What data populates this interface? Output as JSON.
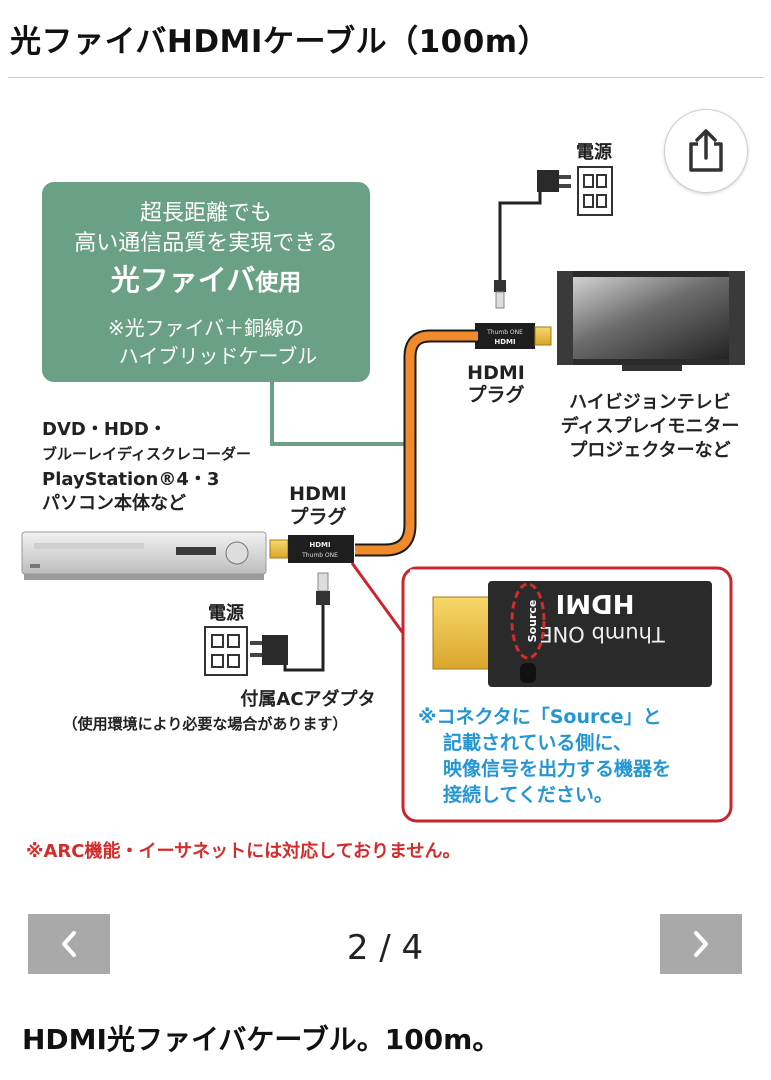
{
  "header": {
    "title": "光ファイバHDMIケーブル（100m）"
  },
  "figure": {
    "callout": {
      "line1": "超長距離でも",
      "line2": "高い通信品質を実現できる",
      "line3_bold": "光ファイバ",
      "line3_rest": "使用",
      "note1": "※光ファイバ＋銅線の",
      "note2": "ハイブリッドケーブル"
    },
    "power_top": "電源",
    "power_left": "電源",
    "hdmi_plug_top": [
      "HDMI",
      "プラグ"
    ],
    "hdmi_plug_left": [
      "HDMI",
      "プラグ"
    ],
    "tv_label": [
      "ハイビジョンテレビ",
      "ディスプレイモニター",
      "プロジェクターなど"
    ],
    "source_label": [
      "DVD・HDD・",
      "ブルーレイディスクレコーダー",
      "PlayStation®4・3",
      "パソコン本体など"
    ],
    "adapter_label": [
      "付属ACアダプタ",
      "（使用環境により必要な場合があります）"
    ],
    "connector_note": [
      "※コネクタに「Source」と",
      "記載されている側に、",
      "映像信号を出力する機器を",
      "接続してください。"
    ],
    "connector_brand": "Thumb ONE",
    "connector_logo": "HDMI",
    "connector_source": "Source",
    "warning": "※ARC機能・イーサネットには対応しておりません。"
  },
  "pager": {
    "text": "2 / 4"
  },
  "caption": {
    "text": "HDMI光ファイバケーブル。100m。"
  },
  "colors": {
    "callout_green": "#6aa184",
    "cable_orange": "#f08a2a",
    "warning_red": "#d42c2c",
    "note_blue": "#2496d4",
    "nav_gray": "#a9a9a9"
  },
  "icons": {
    "share": "share-icon",
    "prev": "chevron-left-icon",
    "next": "chevron-right-icon"
  }
}
